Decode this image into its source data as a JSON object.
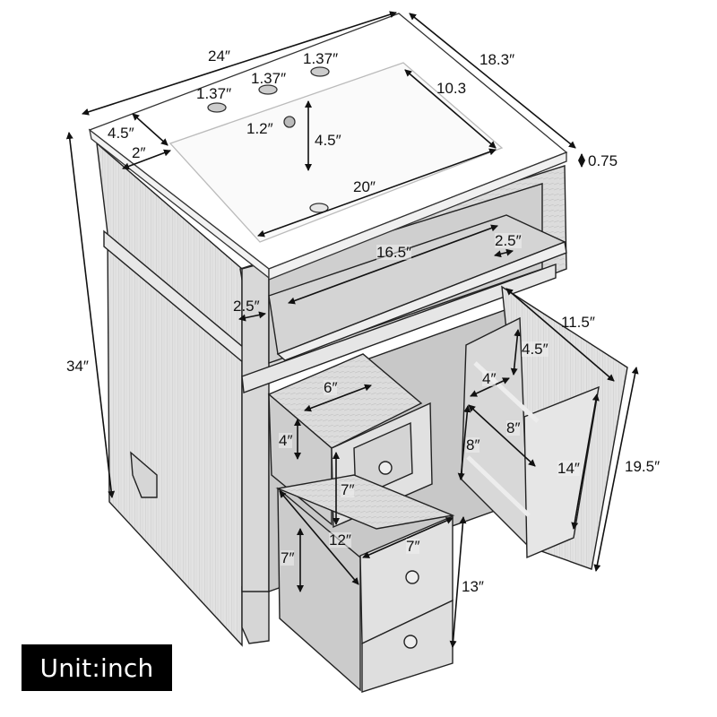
{
  "diagram": {
    "subject": "Bathroom vanity cabinet with ceramic sink top, tip-out drawer, open drawers and open door with shelves",
    "style": "grayscale pencil/line drawing",
    "unit_badge": "Unit:inch"
  },
  "dimensions": {
    "overall_width": "24″",
    "overall_depth": "18.3″",
    "overall_height": "34″",
    "top_thickness": "0.75",
    "faucet_hole_1": "1.37″",
    "faucet_hole_2": "1.37″",
    "faucet_hole_3": "1.37″",
    "drain_hole": "1.2″",
    "basin_depth_front_back": "10.3",
    "basin_width": "20″",
    "faucet_to_basin": "4.5″",
    "top_side_overhang_depth": "4.5″",
    "top_side_margin": "2″",
    "tip_out_width": "16.5″",
    "tip_out_depth_right": "2.5″",
    "tip_out_depth_left": "2.5″",
    "upper_drawer_width": "6″",
    "upper_drawer_side_height": "4″",
    "upper_drawer_front_height": "7″",
    "lower_drawer_depth": "12″",
    "lower_drawer_side_height": "7″",
    "lower_drawer_front_width": "7″",
    "lower_drawers_total_height": "13″",
    "door_width": "11.5″",
    "door_shelf_gap": "4.5″",
    "door_shelf_depth": "4″",
    "door_shelf_length": "8″",
    "door_shelf_spacing": "8″",
    "door_rack_height": "14″",
    "door_height": "19.5″"
  },
  "colors": {
    "line": "#1a1a1a",
    "wood": "#d9d9d9",
    "wood_dark": "#bdbdbd",
    "ceramic": "#ffffff",
    "badge_bg": "#000000",
    "badge_text": "#ffffff"
  }
}
